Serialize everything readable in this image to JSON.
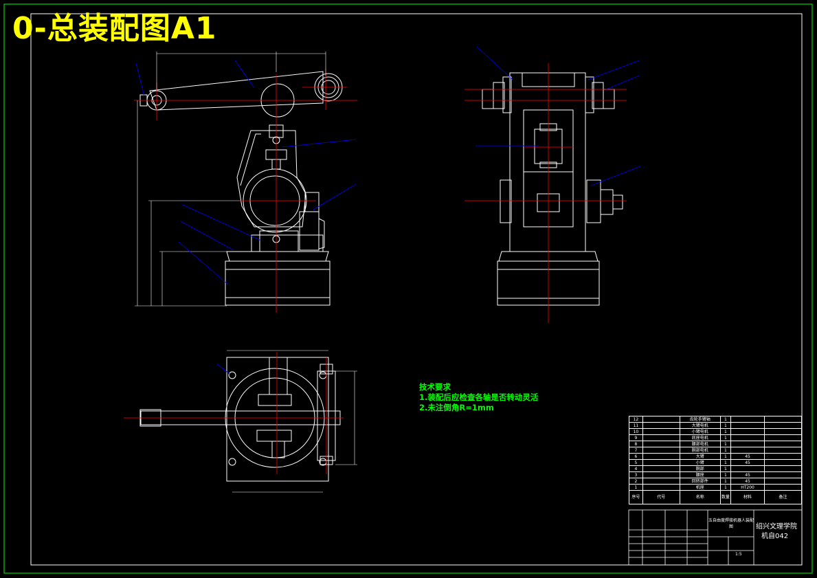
{
  "drawing": {
    "title": "0-总装配图A1",
    "tech_requirements": {
      "heading": "技术要求",
      "items": [
        "1.装配后应检查各轴是否转动灵活",
        "2.未注倒角R=1mm"
      ]
    },
    "bom": {
      "rows": [
        {
          "no": "12",
          "name": "齿轮手臂轴",
          "qty": "1",
          "material": ""
        },
        {
          "no": "11",
          "name": "大臂电机",
          "qty": "1",
          "material": ""
        },
        {
          "no": "10",
          "name": "小臂电机",
          "qty": "1",
          "material": ""
        },
        {
          "no": "9",
          "name": "底座电机",
          "qty": "1",
          "material": ""
        },
        {
          "no": "8",
          "name": "腰部电机",
          "qty": "1",
          "material": ""
        },
        {
          "no": "7",
          "name": "腕部电机",
          "qty": "1",
          "material": ""
        },
        {
          "no": "6",
          "name": "大臂",
          "qty": "1",
          "material": "45"
        },
        {
          "no": "5",
          "name": "小臂",
          "qty": "1",
          "material": "45"
        },
        {
          "no": "4",
          "name": "腕部",
          "qty": "1",
          "material": ""
        },
        {
          "no": "3",
          "name": "腰座",
          "qty": "1",
          "material": "45"
        },
        {
          "no": "2",
          "name": "回转部件",
          "qty": "1",
          "material": "45"
        },
        {
          "no": "1",
          "name": "机座",
          "qty": "1",
          "material": "HT200"
        }
      ],
      "header": {
        "no": "序号",
        "code": "代号",
        "name": "名称",
        "qty": "数量",
        "material": "材料",
        "remark": "备注"
      }
    },
    "title_block": {
      "product": "五自由度焊接机器人装配图",
      "school": "绍兴文理学院",
      "class": "机自042",
      "scale": "1:5"
    }
  }
}
